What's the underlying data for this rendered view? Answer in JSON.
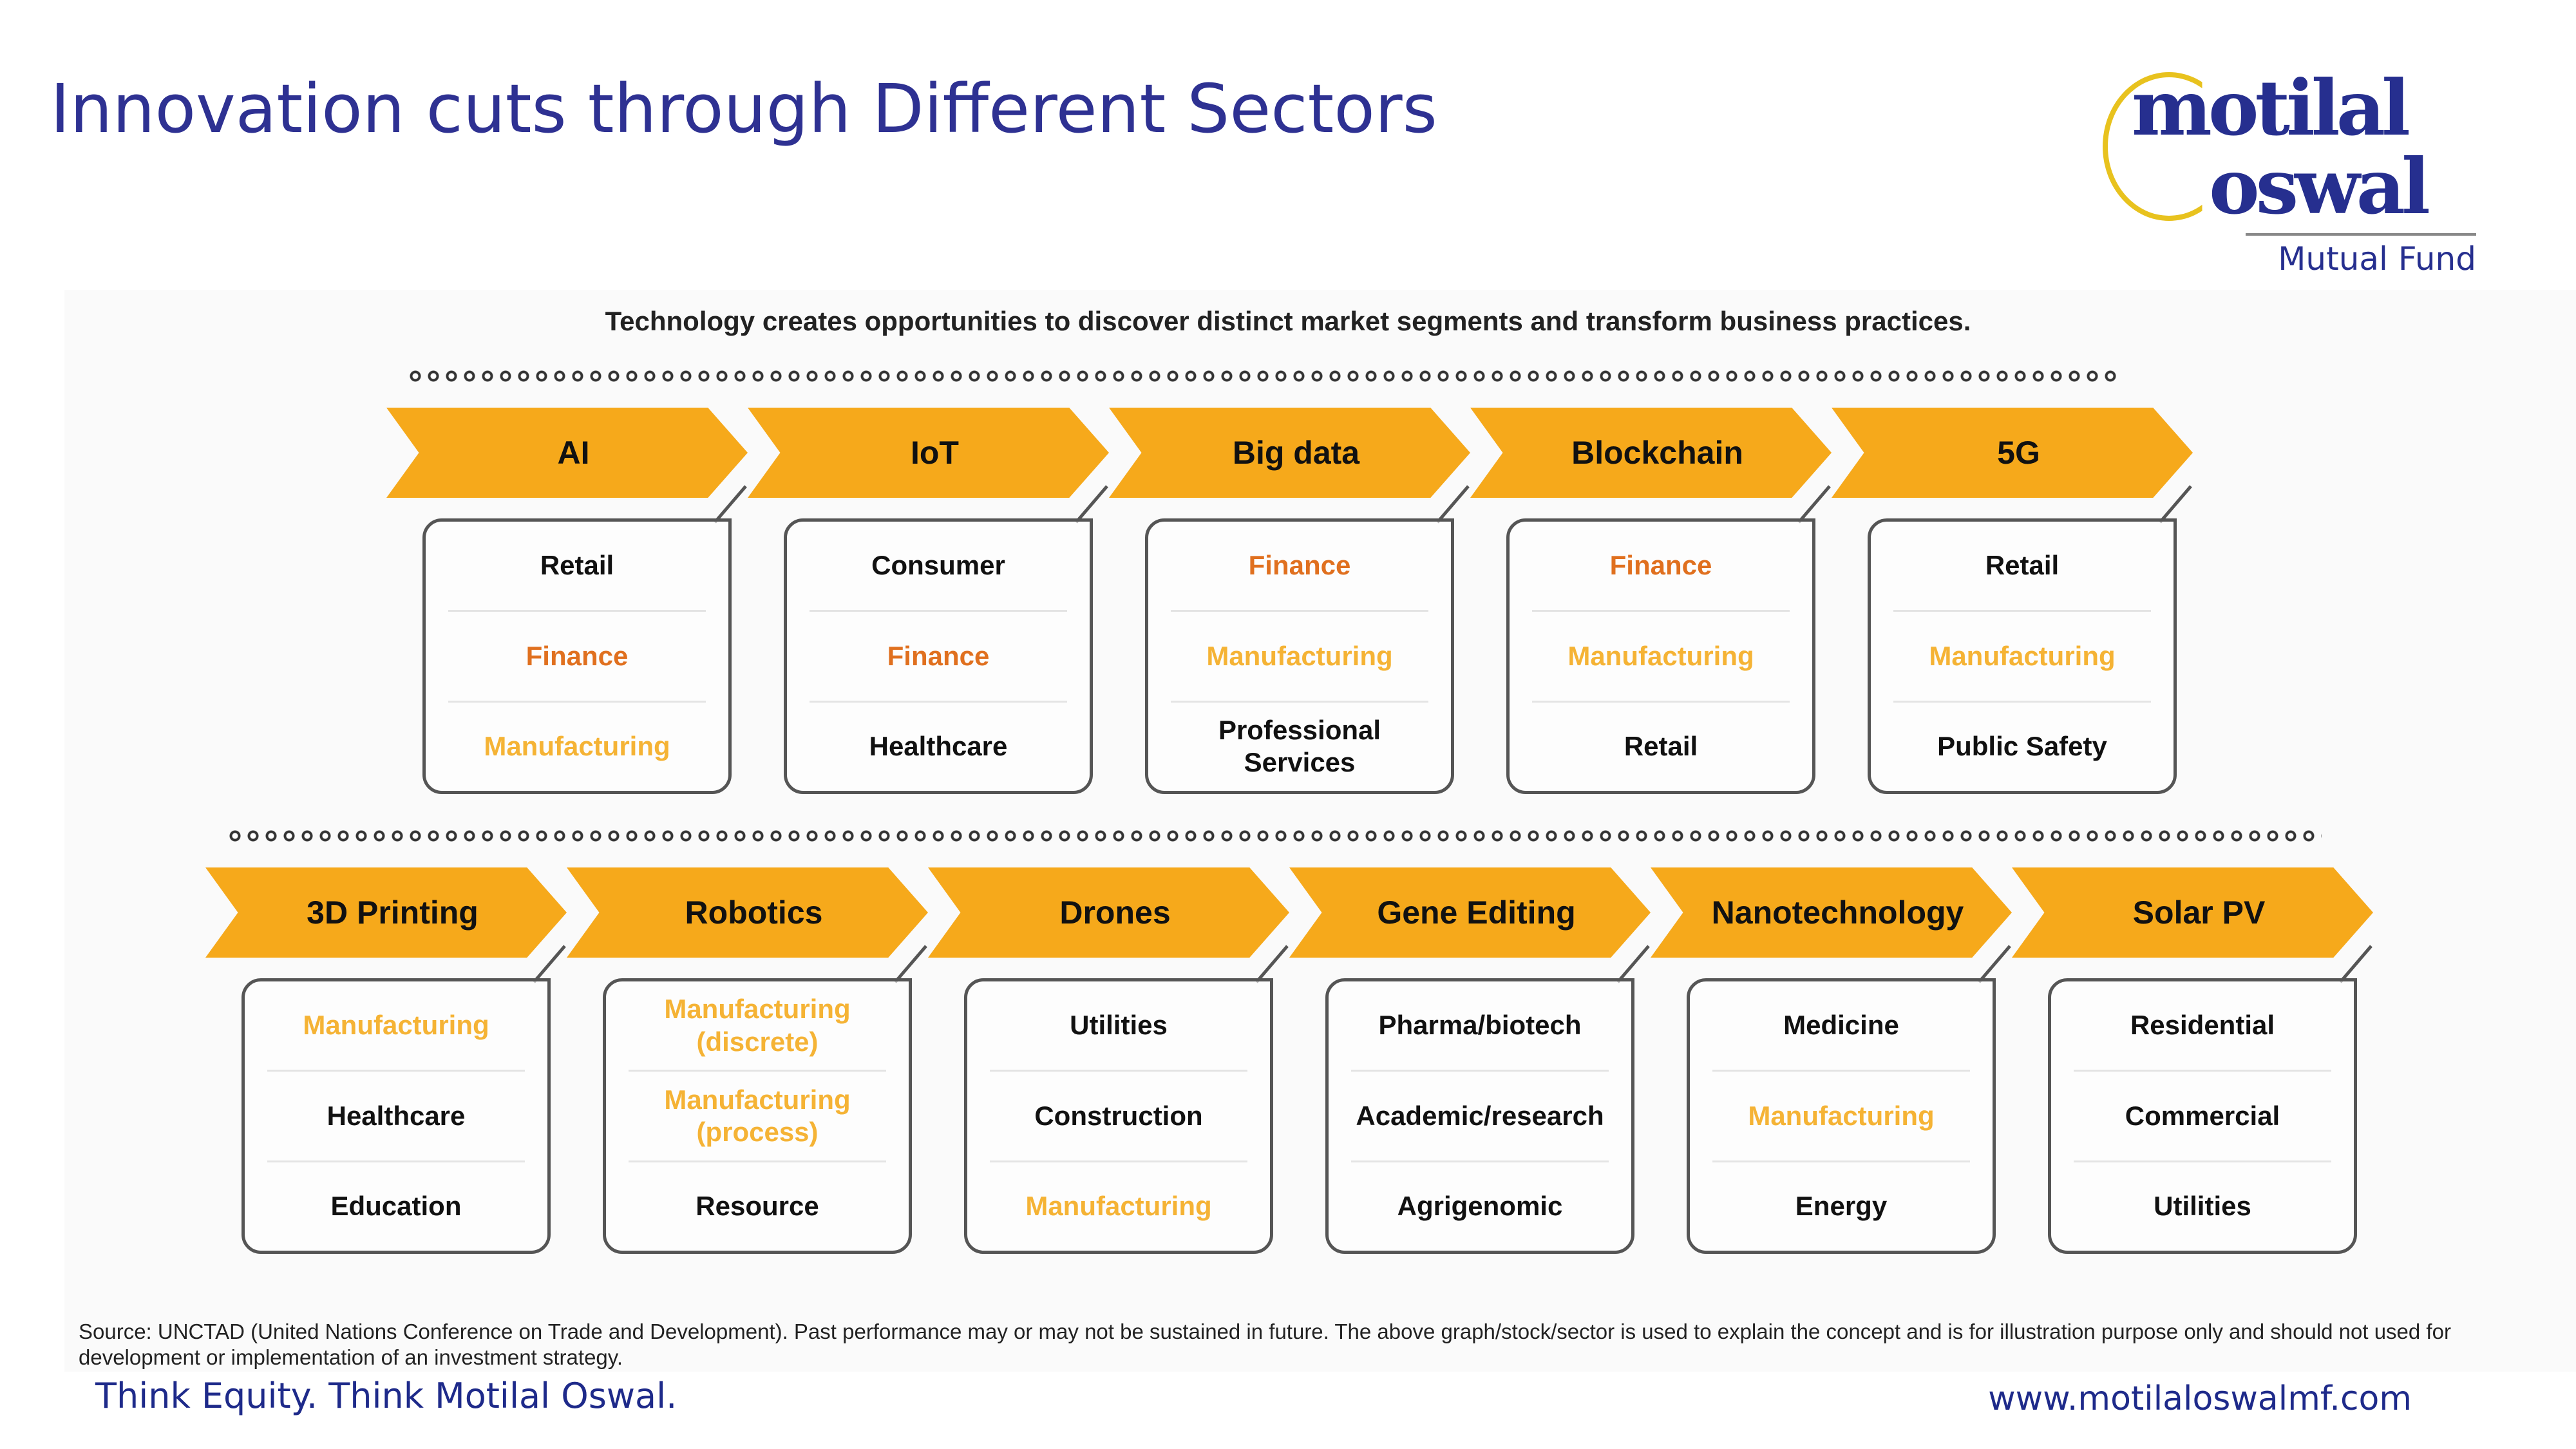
{
  "title": "Innovation cuts through Different Sectors",
  "logo": {
    "line1": "motilal",
    "line2": "oswal",
    "tagline": "Mutual Fund"
  },
  "subtitle": "Technology creates opportunities to discover distinct market segments and transform business practices.",
  "colors": {
    "arrow": "#f6a91b",
    "normal": "#111111",
    "finance": "#e0701f",
    "manufacturing": "#f5b335",
    "title": "#2e3192"
  },
  "rows": [
    [
      {
        "label": "AI",
        "items": [
          {
            "text": "Retail",
            "kind": "normal"
          },
          {
            "text": "Finance",
            "kind": "finance"
          },
          {
            "text": "Manufacturing",
            "kind": "manufacturing"
          }
        ]
      },
      {
        "label": "IoT",
        "items": [
          {
            "text": "Consumer",
            "kind": "normal"
          },
          {
            "text": "Finance",
            "kind": "finance"
          },
          {
            "text": "Healthcare",
            "kind": "normal"
          }
        ]
      },
      {
        "label": "Big data",
        "items": [
          {
            "text": "Finance",
            "kind": "finance"
          },
          {
            "text": "Manufacturing",
            "kind": "manufacturing"
          },
          {
            "text": "Professional Services",
            "kind": "normal"
          }
        ]
      },
      {
        "label": "Blockchain",
        "items": [
          {
            "text": "Finance",
            "kind": "finance"
          },
          {
            "text": "Manufacturing",
            "kind": "manufacturing"
          },
          {
            "text": "Retail",
            "kind": "normal"
          }
        ]
      },
      {
        "label": "5G",
        "items": [
          {
            "text": "Retail",
            "kind": "normal"
          },
          {
            "text": "Manufacturing",
            "kind": "manufacturing"
          },
          {
            "text": "Public Safety",
            "kind": "normal"
          }
        ]
      }
    ],
    [
      {
        "label": "3D Printing",
        "items": [
          {
            "text": "Manufacturing",
            "kind": "manufacturing"
          },
          {
            "text": "Healthcare",
            "kind": "normal"
          },
          {
            "text": "Education",
            "kind": "normal"
          }
        ]
      },
      {
        "label": "Robotics",
        "items": [
          {
            "text": "Manufacturing (discrete)",
            "kind": "manufacturing"
          },
          {
            "text": "Manufacturing (process)",
            "kind": "manufacturing"
          },
          {
            "text": "Resource",
            "kind": "normal"
          }
        ]
      },
      {
        "label": "Drones",
        "items": [
          {
            "text": "Utilities",
            "kind": "normal"
          },
          {
            "text": "Construction",
            "kind": "normal"
          },
          {
            "text": "Manufacturing",
            "kind": "manufacturing"
          }
        ]
      },
      {
        "label": "Gene Editing",
        "items": [
          {
            "text": "Pharma/biotech",
            "kind": "normal"
          },
          {
            "text": "Academic/research",
            "kind": "normal"
          },
          {
            "text": "Agrigenomic",
            "kind": "normal"
          }
        ]
      },
      {
        "label": "Nanotechnology",
        "items": [
          {
            "text": "Medicine",
            "kind": "normal"
          },
          {
            "text": "Manufacturing",
            "kind": "manufacturing"
          },
          {
            "text": "Energy",
            "kind": "normal"
          }
        ]
      },
      {
        "label": "Solar PV",
        "items": [
          {
            "text": "Residential",
            "kind": "normal"
          },
          {
            "text": "Commercial",
            "kind": "normal"
          },
          {
            "text": "Utilities",
            "kind": "normal"
          }
        ]
      }
    ]
  ],
  "source": "Source: UNCTAD (United Nations Conference on Trade and Development). Past performance may or may not be sustained in future. The above graph/stock/sector is used to explain the concept and is for illustration purpose only and should not used for development or implementation of an investment strategy.",
  "footer": {
    "tagline": "Think Equity. Think Motilal Oswal.",
    "url": "www.motilaloswalmf.com"
  }
}
